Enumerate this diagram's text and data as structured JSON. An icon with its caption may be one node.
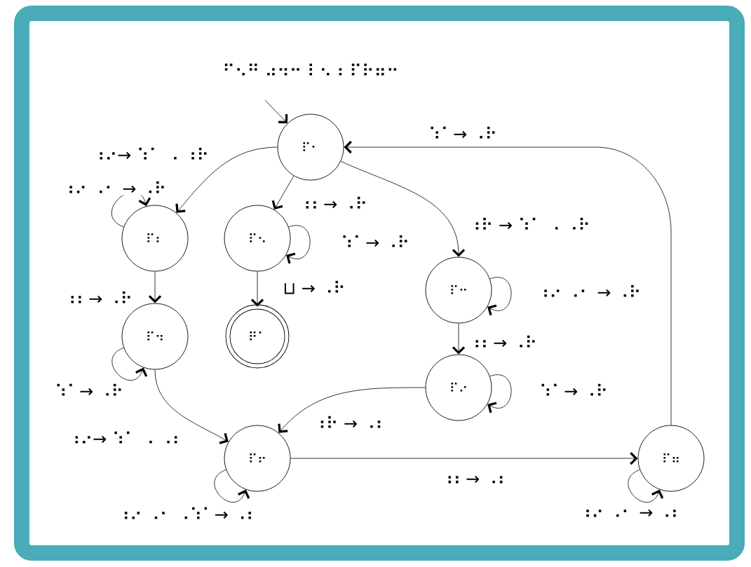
{
  "diagram": {
    "title": "⠋⠢⠛ ⠴⠲⠒ ⠇⠢⠰ ⠏⠗⠶⠒",
    "nodes": [
      {
        "text": [
          "⠏⠂"
        ]
      },
      {
        "text": [
          "⠏⠆"
        ]
      },
      {
        "text": [
          "⠏⠢"
        ]
      },
      {
        "text": [
          "⠏⠲"
        ]
      },
      {
        "text": [
          "⠏⠒"
        ]
      },
      {
        "text": [
          "⠟⠁"
        ]
      },
      {
        "text": [
          "⠏⠔"
        ]
      },
      {
        "text": [
          "⠏⠖"
        ]
      },
      {
        "text": [
          "⠏⠶"
        ]
      }
    ],
    "edges": [
      {
        "from": null,
        "to": 0,
        "arrow": "to"
      },
      {
        "from": 0,
        "to": 1,
        "arrow": "to",
        "label": "⠰⠔→ ⠱⠁ ⠠ ⠰⠗"
      },
      {
        "from": 1,
        "to": 1,
        "arrow": "to",
        "label": "⠰⠔ ⠠⠂ → ⠠⠗"
      },
      {
        "from": 0,
        "to": 2,
        "arrow": "to",
        "label": "⠰⠆→ ⠠⠗"
      },
      {
        "from": 2,
        "to": 2,
        "arrow": "to",
        "label": "⠱⠁→ ⠠⠗"
      },
      {
        "from": 2,
        "to": 5,
        "arrow": "to",
        "label": "⊔ → ⠠⠗"
      },
      {
        "from": 0,
        "to": 4,
        "arrow": "to",
        "label": "⠰⠗ → ⠱⠁ ⠠ ⠠⠗"
      },
      {
        "from": 4,
        "to": 4,
        "arrow": "to",
        "label": "⠰⠔ ⠠⠂ → ⠠⠗"
      },
      {
        "from": 4,
        "to": 6,
        "arrow": "to",
        "label": "⠰⠆→ ⠠⠗"
      },
      {
        "from": 6,
        "to": 6,
        "arrow": "to",
        "label": "⠱⠁→ ⠠⠗"
      },
      {
        "from": 1,
        "to": 3,
        "arrow": "to",
        "label": "⠰⠆→ ⠠⠗"
      },
      {
        "from": 3,
        "to": 3,
        "arrow": "to",
        "label": "⠱⠁→ ⠠⠗"
      },
      {
        "from": 3,
        "to": 7,
        "arrow": "to",
        "label": "⠰⠔→ ⠱⠁ ⠠ ⠠⠆"
      },
      {
        "from": 6,
        "to": 7,
        "arrow": "to",
        "label": "⠰⠗ → ⠠⠆"
      },
      {
        "from": 7,
        "to": 7,
        "arrow": "to",
        "label": "⠰⠔ ⠠⠂ ⠠⠱⠁→ ⠠⠆"
      },
      {
        "from": 7,
        "to": 8,
        "arrow": "to",
        "label": "⠰⠆→ ⠠⠆"
      },
      {
        "from": 8,
        "to": 8,
        "arrow": "to",
        "label": "⠰⠔ ⠠⠂ → ⠠⠆"
      },
      {
        "from": 8,
        "to": 0,
        "arrow": "to",
        "label": "⠱⠁→ ⠠⠗"
      }
    ]
  }
}
